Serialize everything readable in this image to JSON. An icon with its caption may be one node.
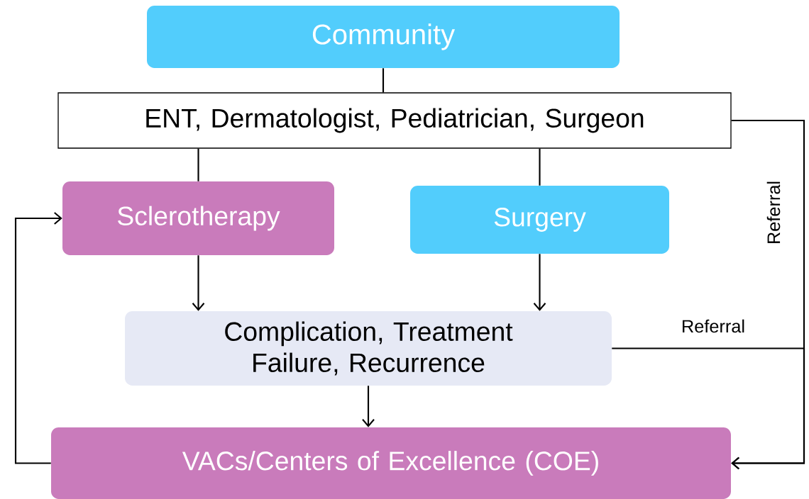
{
  "diagram": {
    "nodes": [
      {
        "text": [
          "Community"
        ]
      },
      {
        "text": [
          "ENT, Dermatologist, Pediatrician, Surgeon"
        ]
      },
      {
        "text": [
          "Sclerotherapy"
        ]
      },
      {
        "text": [
          "Surgery"
        ]
      },
      {
        "text": [
          "Complication, Treatment Failure, Recurrence"
        ]
      },
      {
        "text": [
          "VACs/Centers of Excellence (COE)"
        ]
      }
    ],
    "edges": [
      {
        "from": 0,
        "to": 1,
        "arrow": "none"
      },
      {
        "from": 1,
        "to": 2,
        "arrow": "none"
      },
      {
        "from": 1,
        "to": 3,
        "arrow": "none"
      },
      {
        "from": 2,
        "to": 4,
        "arrow": "to"
      },
      {
        "from": 3,
        "to": 4,
        "arrow": "to"
      },
      {
        "from": 4,
        "to": 5,
        "arrow": "to"
      },
      {
        "from": 1,
        "to": 5,
        "arrow": "to",
        "label": "Referral"
      },
      {
        "from": 4,
        "to": 5,
        "arrow": "to",
        "label": "Referral"
      },
      {
        "from": 5,
        "to": 2,
        "arrow": "to"
      }
    ]
  }
}
